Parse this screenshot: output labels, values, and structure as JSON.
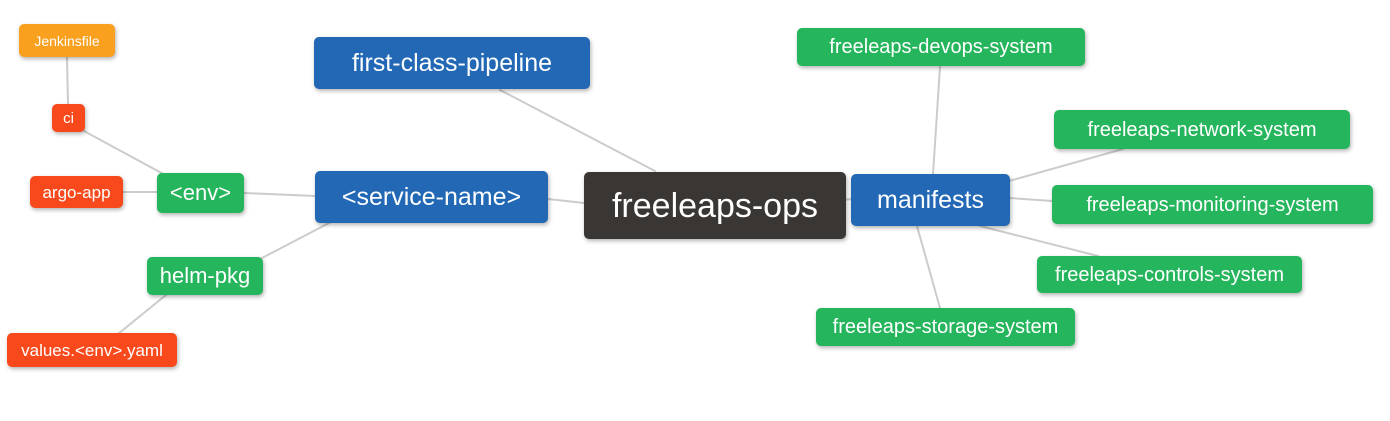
{
  "diagram": {
    "title": "freeleaps-ops repository structure mind map",
    "root": "freeleaps-ops",
    "nodes": [
      {
        "id": "jenkinsfile",
        "label": "Jenkinsfile",
        "color": "orange"
      },
      {
        "id": "ci",
        "label": "ci",
        "color": "red"
      },
      {
        "id": "argo-app",
        "label": "argo-app",
        "color": "red"
      },
      {
        "id": "env",
        "label": "<env>",
        "color": "green"
      },
      {
        "id": "helm-pkg",
        "label": "helm-pkg",
        "color": "green"
      },
      {
        "id": "values-env-yaml",
        "label": "values.<env>.yaml",
        "color": "red"
      },
      {
        "id": "service-name",
        "label": "<service-name>",
        "color": "blue"
      },
      {
        "id": "first-class-pipeline",
        "label": "first-class-pipeline",
        "color": "blue"
      },
      {
        "id": "freeleaps-ops",
        "label": "freeleaps-ops",
        "color": "dark"
      },
      {
        "id": "manifests",
        "label": "manifests",
        "color": "blue"
      },
      {
        "id": "devops-system",
        "label": "freeleaps-devops-system",
        "color": "green"
      },
      {
        "id": "network-system",
        "label": "freeleaps-network-system",
        "color": "green"
      },
      {
        "id": "monitoring-system",
        "label": "freeleaps-monitoring-system",
        "color": "green"
      },
      {
        "id": "controls-system",
        "label": "freeleaps-controls-system",
        "color": "green"
      },
      {
        "id": "storage-system",
        "label": "freeleaps-storage-system",
        "color": "green"
      }
    ],
    "edges": [
      {
        "from": "freeleaps-ops",
        "to": "first-class-pipeline"
      },
      {
        "from": "freeleaps-ops",
        "to": "service-name"
      },
      {
        "from": "freeleaps-ops",
        "to": "manifests"
      },
      {
        "from": "service-name",
        "to": "env"
      },
      {
        "from": "service-name",
        "to": "helm-pkg"
      },
      {
        "from": "env",
        "to": "argo-app"
      },
      {
        "from": "env",
        "to": "ci"
      },
      {
        "from": "ci",
        "to": "jenkinsfile"
      },
      {
        "from": "helm-pkg",
        "to": "values-env-yaml"
      },
      {
        "from": "manifests",
        "to": "devops-system"
      },
      {
        "from": "manifests",
        "to": "network-system"
      },
      {
        "from": "manifests",
        "to": "monitoring-system"
      },
      {
        "from": "manifests",
        "to": "controls-system"
      },
      {
        "from": "manifests",
        "to": "storage-system"
      }
    ],
    "colors": {
      "orange": "#f9a11e",
      "red": "#f8491c",
      "green": "#25b55c",
      "blue": "#2268b5",
      "dark": "#3a3633",
      "edge": "#cccccc",
      "text": "#ffffff",
      "background": "#ffffff"
    }
  }
}
